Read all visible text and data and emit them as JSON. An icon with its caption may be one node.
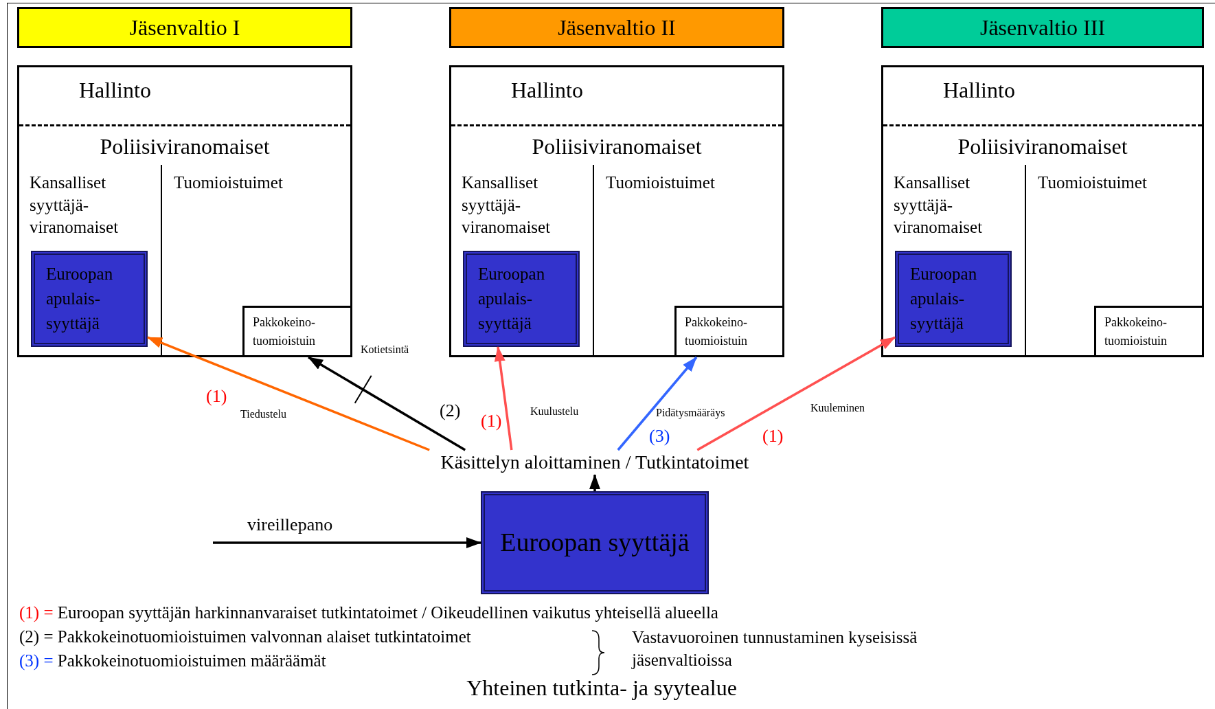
{
  "diagram": {
    "nodes": [
      {
        "text": [
          "Yhteinen tutkinta- ja syytealue"
        ]
      },
      {
        "text": [
          "Jäsenvaltio I"
        ],
        "in": 0
      },
      {
        "text": [
          "Hallinto",
          "Poliisiviranomaiset"
        ],
        "in": 0
      },
      {
        "text": [
          "Kansalliset syyttäjä- viranomaiset"
        ],
        "in": 2
      },
      {
        "text": [
          "Tuomioistuimet"
        ],
        "in": 2
      },
      {
        "text": [
          "Pakkokeino- tuomioistuin"
        ],
        "in": 4
      },
      {
        "text": [
          "Euroopan apulais- syyttäjä"
        ],
        "in": 3
      },
      {
        "text": [
          "Jäsenvaltio II"
        ],
        "in": 0
      },
      {
        "text": [
          "Hallinto",
          "Poliisiviranomaiset"
        ],
        "in": 0
      },
      {
        "text": [
          "Kansalliset syyttäjä- viranomaiset"
        ],
        "in": 8
      },
      {
        "text": [
          "Tuomioistuimet"
        ],
        "in": 8
      },
      {
        "text": [
          "Pakkokeino- tuomioistuin"
        ],
        "in": 10
      },
      {
        "text": [
          "Euroopan apulais- syyttäjä"
        ],
        "in": 9
      },
      {
        "text": [
          "Jäsenvaltio III"
        ],
        "in": 0
      },
      {
        "text": [
          "Hallinto",
          "Poliisiviranomaiset"
        ],
        "in": 0
      },
      {
        "text": [
          "Kansalliset syyttäjä- viranomaiset"
        ],
        "in": 14
      },
      {
        "text": [
          "Tuomioistuimet"
        ],
        "in": 14
      },
      {
        "text": [
          "Pakkokeino- tuomioistuin"
        ],
        "in": 16
      },
      {
        "text": [
          "Euroopan apulais- syyttäjä"
        ],
        "in": 15
      },
      {
        "text": [
          "Käsittelyn aloittaminen / Tutkintatoimet"
        ],
        "in": 0
      },
      {
        "text": [
          "Euroopan syyttäjä"
        ],
        "in": 0
      }
    ],
    "edges": [
      {
        "from": 19,
        "to": 6,
        "arrow": "to",
        "label": "Tiedustelu",
        "color": "#ff6600"
      },
      {
        "from": 19,
        "to": 5,
        "arrow": "to",
        "label": "Kotietsintä"
      },
      {
        "from": 19,
        "to": 12,
        "arrow": "to",
        "label": "Kuulustelu",
        "color": "#ff5050"
      },
      {
        "from": 19,
        "to": 11,
        "arrow": "to",
        "label": "Pidätysmääräys",
        "color": "#3366ff"
      },
      {
        "from": 19,
        "to": 18,
        "arrow": "to",
        "label": "Kuuleminen",
        "color": "#ff5050"
      },
      {
        "from": 20,
        "to": 19,
        "arrow": "to"
      },
      {
        "from": null,
        "to": 20,
        "arrow": "to",
        "label": "vireillepano"
      }
    ],
    "labels": [
      "(1)",
      "(2)",
      "(1)",
      "(3)",
      "(1)",
      "(1) = Euroopan syyttäjän harkinnanvaraiset tutkintatoimet / Oikeudellinen vaikutus yhteisellä alueella",
      "(2) = Pakkokeinotuomioistuimen valvonnan alaiset tutkintatoimet",
      "(3) = Pakkokeinotuomioistuimen määräämät",
      "Vastavuoroinen tunnustaminen kyseisissä jäsenvaltioissa"
    ]
  }
}
